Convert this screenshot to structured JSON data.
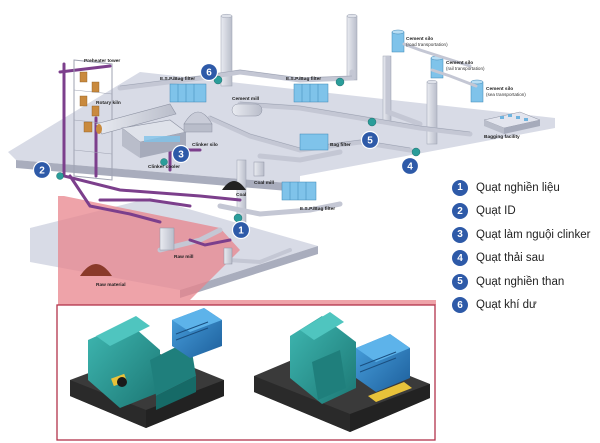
{
  "plant_labels": {
    "preheater_tower": "Preheater tower",
    "rotary_kiln": "Rotary kiln",
    "clinker_silo": "Clinker silo",
    "clinker_cooler": "Clinker cooler",
    "esp_bag_filter_top": "E.S.P./Bag filter",
    "esp_bag_filter_mid": "E.S.P./Bag filter",
    "esp_bag_filter_low": "E.S.P./Bag filter",
    "cement_mill": "Cement mill",
    "bag_filter": "Bag filter",
    "coal_mill": "Coal mill",
    "coal": "Coal",
    "raw_mill": "Raw mill",
    "raw_material": "Raw material",
    "cement_silo_road": "Cement silo",
    "cement_silo_road_sub": "(road transportation)",
    "cement_silo_rail": "Cement silo",
    "cement_silo_rail_sub": "(rail transportation)",
    "cement_silo_sea": "Cement silo",
    "cement_silo_sea_sub": "(sea transportation)",
    "bagging_facility": "Bagging facility"
  },
  "badges": [
    "1",
    "2",
    "3",
    "4",
    "5",
    "6"
  ],
  "legend": {
    "items": [
      {
        "num": "1",
        "label": "Quạt nghiền liệu"
      },
      {
        "num": "2",
        "label": "Quạt ID"
      },
      {
        "num": "3",
        "label": "Quạt làm nguội clinker"
      },
      {
        "num": "4",
        "label": "Quạt thải sau"
      },
      {
        "num": "5",
        "label": "Quạt nghiền than"
      },
      {
        "num": "6",
        "label": "Quạt khí dư"
      }
    ]
  },
  "colors": {
    "platform": "#d8dbe6",
    "platform_edge": "#a9adbd",
    "pipe": "#c4c7d4",
    "purple_duct": "#7c3f8c",
    "badge": "#2e5aa8",
    "fan_teal": "#2a9d9a",
    "motor_blue": "#2a7fc4",
    "highlight_red": "#e8848c",
    "frame_red": "#b2334a",
    "base_dark": "#3a3a3a",
    "coupling_yellow": "#e8c23a"
  }
}
